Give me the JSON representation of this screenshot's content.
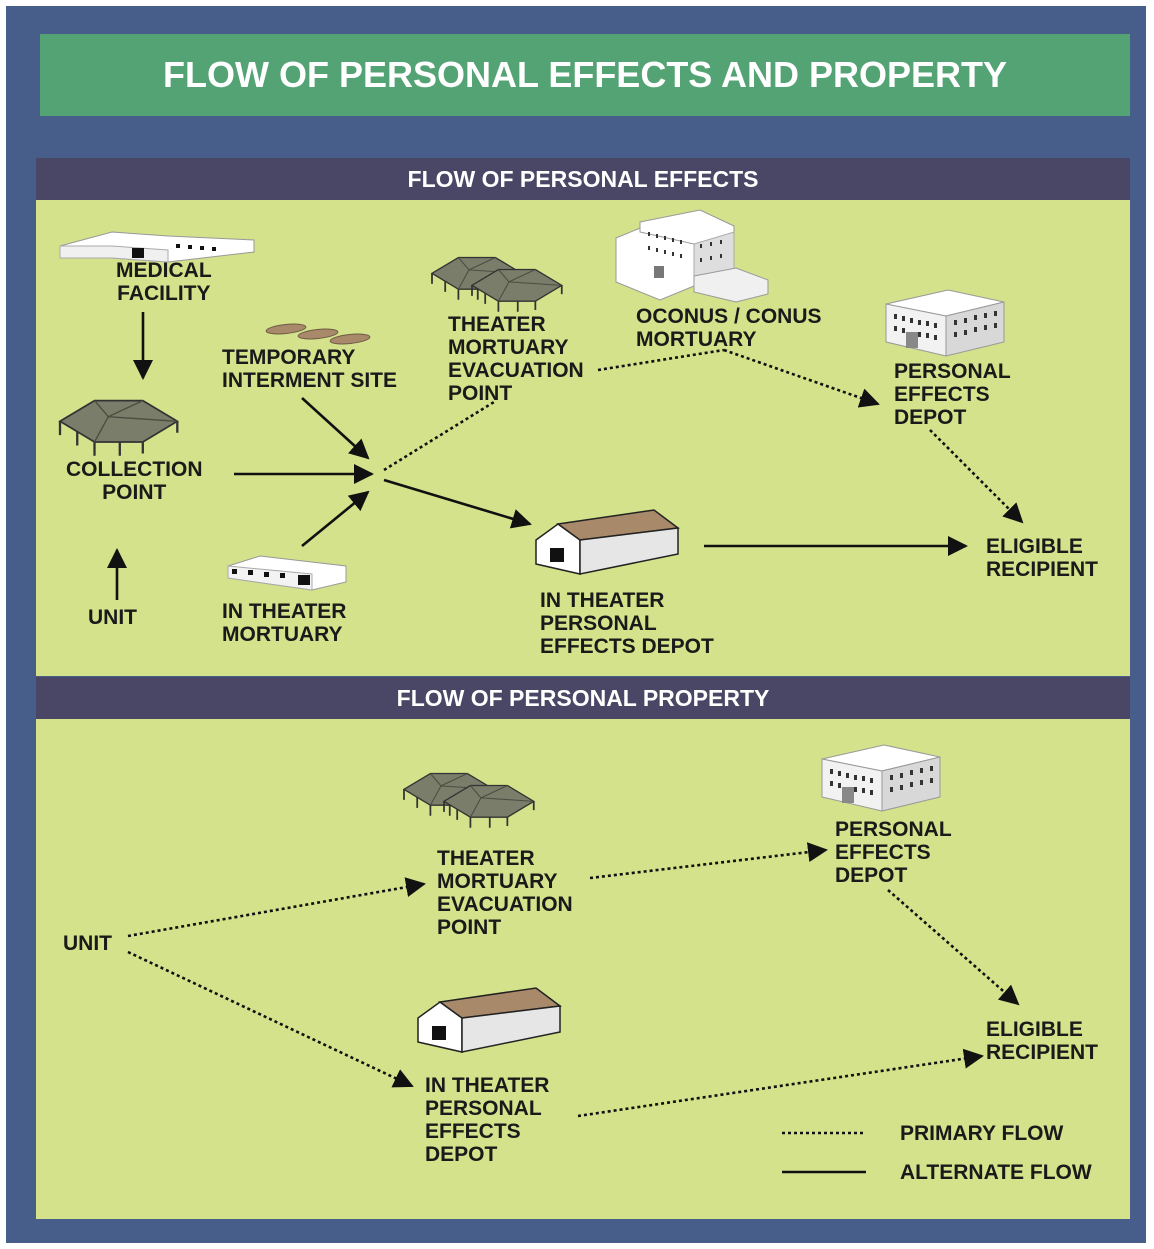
{
  "title": "FLOW OF PERSONAL EFFECTS AND PROPERTY",
  "effects": {
    "header": "FLOW OF PERSONAL EFFECTS",
    "medical_facility": "MEDICAL\nFACILITY",
    "collection_point": "COLLECTION\nPOINT",
    "unit": "UNIT",
    "temporary_interment_site": "TEMPORARY\nINTERMENT SITE",
    "in_theater_mortuary": "IN THEATER\nMORTUARY",
    "theater_mortuary_evacuation_point": "THEATER\nMORTUARY\nEVACUATION\nPOINT",
    "oconus_conus_mortuary": "OCONUS / CONUS\nMORTUARY",
    "personal_effects_depot": "PERSONAL\nEFFECTS\nDEPOT",
    "eligible_recipient": "ELIGIBLE\nRECIPIENT",
    "in_theater_personal_effects_depot": "IN THEATER\nPERSONAL\nEFFECTS DEPOT"
  },
  "property": {
    "header": "FLOW OF PERSONAL PROPERTY",
    "unit": "UNIT",
    "theater_mortuary_evacuation_point": "THEATER\nMORTUARY\nEVACUATION\nPOINT",
    "personal_effects_depot": "PERSONAL\nEFFECTS\nDEPOT",
    "eligible_recipient": "ELIGIBLE\nRECIPIENT",
    "in_theater_personal_effects_depot": "IN THEATER\nPERSONAL\nEFFECTS\nDEPOT"
  },
  "legend": {
    "primary": "PRIMARY FLOW",
    "alternate": "ALTERNATE FLOW"
  },
  "colors": {
    "frame": "#465e89",
    "title_bar": "#54a374",
    "panel": "#d3e28b",
    "panel_header": "#4a4766",
    "tent": "#7a7d6a",
    "roof_brown": "#a8896a"
  }
}
